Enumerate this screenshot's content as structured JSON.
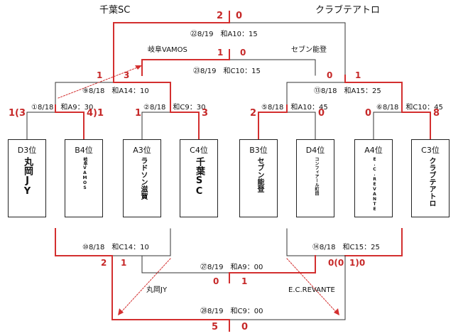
{
  "top": {
    "team_left": "千葉SC",
    "team_right": "クラブテアトロ",
    "score_left": "2",
    "score_right": "0",
    "match": "㉒8/19　和A10：15"
  },
  "semis": {
    "left_name": "岐阜VAMOS",
    "right_name": "セブン能登",
    "score_left": "1",
    "score_right": "0",
    "match": "㉓8/19　和C10：15"
  },
  "qf": {
    "m9": {
      "label": "⑨8/18　和A14：10",
      "score_l": "1",
      "score_r": "3"
    },
    "m13": {
      "label": "⑬8/18　和A15：25",
      "score_l": "0",
      "score_r": "1"
    }
  },
  "r1": [
    {
      "label": "①8/18　和A9：30",
      "score_l": "1(3",
      "score_r": "4)1"
    },
    {
      "label": "②8/18　和C9：30",
      "score_l": "1",
      "score_r": "3"
    },
    {
      "label": "⑤8/18　和A10：45",
      "score_l": "2",
      "score_r": "0"
    },
    {
      "label": "⑥8/18　和C10：45",
      "score_l": "0",
      "score_r": "8"
    }
  ],
  "teams": [
    {
      "seed": "D3位",
      "name": "丸岡JY"
    },
    {
      "seed": "B4位",
      "name": "岐阜VAMOS"
    },
    {
      "seed": "A3位",
      "name": "ラドソン滋賀"
    },
    {
      "seed": "C4位",
      "name": "千葉SC"
    },
    {
      "seed": "B3位",
      "name": "セブン能登"
    },
    {
      "seed": "D4位",
      "name": "コンフィアール町田"
    },
    {
      "seed": "A4位",
      "name": "E.C.REVANTE"
    },
    {
      "seed": "C3位",
      "name": "クラブテアトロ"
    }
  ],
  "lower": {
    "m10": {
      "label": "⑩8/18　和C14：10",
      "score_l": "2",
      "score_r": "1"
    },
    "m14": {
      "label": "⑭8/18　和C15：25",
      "score_l": "0(0",
      "score_r": "1)0"
    },
    "m27": {
      "label": "㉗8/19　和A9：00",
      "score_l": "0",
      "score_r": "1"
    },
    "name_left": "丸岡JY",
    "name_right": "E.C.REVANTE",
    "m28": {
      "label": "㉘8/19　和C9：00",
      "score_l": "5",
      "score_r": "0"
    }
  },
  "colors": {
    "winner_line": "#d32f2f",
    "line": "#333333",
    "score": "#c62828"
  }
}
